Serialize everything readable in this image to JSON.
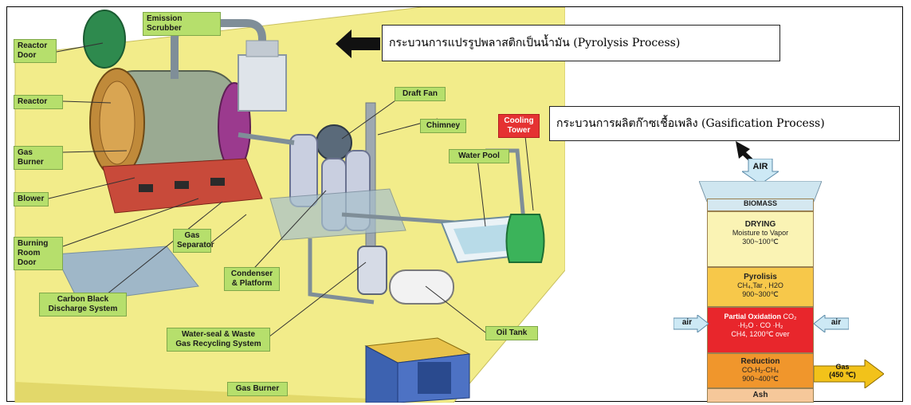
{
  "plant_labels": {
    "reactor_door": "Reactor\nDoor",
    "emission_scrubber": "Emission Scrubber",
    "reactor": "Reactor",
    "gas_burner_left": "Gas Burner",
    "blower": "Blower",
    "burning_room_door": "Burning\nRoom Door",
    "carbon_black": "Carbon Black\nDischarge System",
    "gas_separator": "Gas\nSeparator",
    "condenser": "Condenser\n& Platform",
    "water_seal": "Water-seal & Waste\nGas Recycling System",
    "gas_burner_bottom": "Gas Burner",
    "draft_fan": "Draft Fan",
    "chimney": "Chimney",
    "cooling_tower": "Cooling\nTower",
    "water_pool": "Water Pool",
    "oil_tank": "Oil Tank"
  },
  "process_titles": {
    "pyrolysis": "กระบวนการแปรรูปพลาสติกเป็นน้ำมัน (Pyrolysis Process)",
    "gasification": "กระบวนการผลิตก๊าซเชื้อเพลิง (Gasification Process)"
  },
  "gasifier": {
    "air_top": "AIR",
    "biomass": "BIOMASS",
    "drying": {
      "title": "DRYING",
      "lines": [
        "Moisture to Vapor",
        "300~100℃"
      ]
    },
    "pyrolisis": {
      "title": "Pyrolisis",
      "lines": [
        "CH₄,Tar , H2O",
        "900~300℃"
      ]
    },
    "oxidation": {
      "title": "Partial Oxidation",
      "suffix": "CO₂",
      "lines": [
        "·H₂O · CO ·H₂",
        "CH4,  1200℃ over"
      ]
    },
    "reduction": {
      "title": "Reduction",
      "lines": [
        "CO-H₂-CH₄",
        "900~400℃"
      ]
    },
    "ash": "Ash",
    "air_left": "air",
    "air_right": "air",
    "gas_out": "Gas",
    "gas_temp": "(450 ℃)"
  },
  "colors": {
    "platform": "#f2ec8a",
    "label_green": "#b6df6c",
    "reactor_body": "#9aaa92",
    "gas_burner": "#3d62b0",
    "drying": "#faf3b4",
    "pyrolisis": "#f7c84a",
    "oxidation": "#e8262c",
    "reduction": "#f0962c",
    "ash": "#f6c89a"
  }
}
